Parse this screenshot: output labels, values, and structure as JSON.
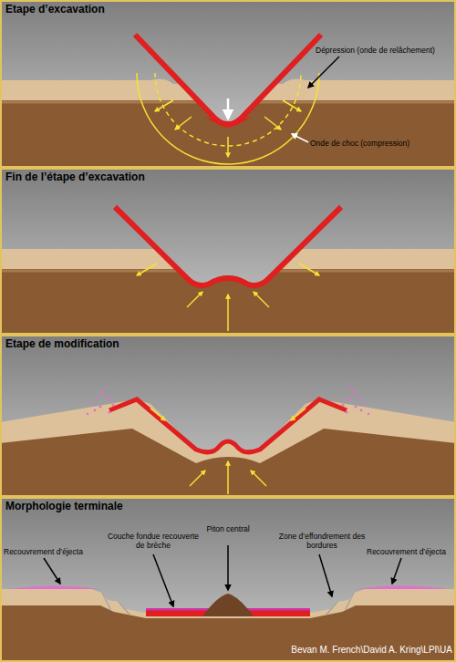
{
  "diagram": {
    "nodes": [
      {
        "text": [
          "Etape d’excavation"
        ]
      },
      {
        "text": [
          "Fin de l’étape d’excavation"
        ]
      },
      {
        "text": [
          "Etape de modification"
        ]
      },
      {
        "text": [
          "Morphologie terminale"
        ]
      }
    ],
    "labels": [
      "Dépression (onde de relâchement)",
      "Onde de choc (compression)",
      "Recouvrement d’éjecta",
      "Couche fondue recouverte de brèche",
      "Piton central",
      "Zone d’effondrement des bordures",
      "Recouvrement d’éjecta",
      "Bevan M. French\\David A. Kring\\LPI\\UA"
    ]
  }
}
